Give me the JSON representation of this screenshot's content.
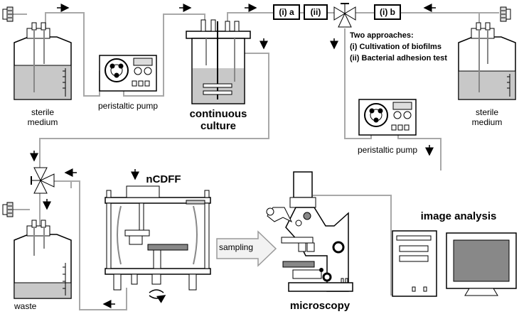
{
  "labels": {
    "sterile_medium_left": [
      "sterile",
      "medium"
    ],
    "sterile_medium_right": [
      "sterile",
      "medium"
    ],
    "pump_left": "peristaltic  pump",
    "pump_right": "peristaltic  pump",
    "continuous_culture": [
      "continuous",
      "culture"
    ],
    "ncdff": "nCDFF",
    "sampling": "sampling",
    "waste": "waste",
    "image_analysis": "image analysis",
    "microscopy": "microscopy"
  },
  "flow_boxes": [
    "(i) a",
    "(ii)",
    "(i) b"
  ],
  "approaches": {
    "heading": "Two approaches:",
    "items": [
      "(i) Cultivation of biofilms",
      "(ii) Bacterial adhesion test"
    ]
  },
  "colors": {
    "tube": "#a8a8a8",
    "liquid": "#c8c8c8",
    "outline": "#000000",
    "arrow_fill": "#f2f2f2",
    "arrow_stroke": "#9a9a9a"
  },
  "icons": [
    "filter-icon",
    "bottle-icon",
    "pump-icon",
    "reactor-icon",
    "three-way-valve-icon",
    "flow-cell-icon",
    "microscope-icon",
    "computer-icon",
    "rotation-arrow-icon",
    "flow-arrow-icon"
  ]
}
